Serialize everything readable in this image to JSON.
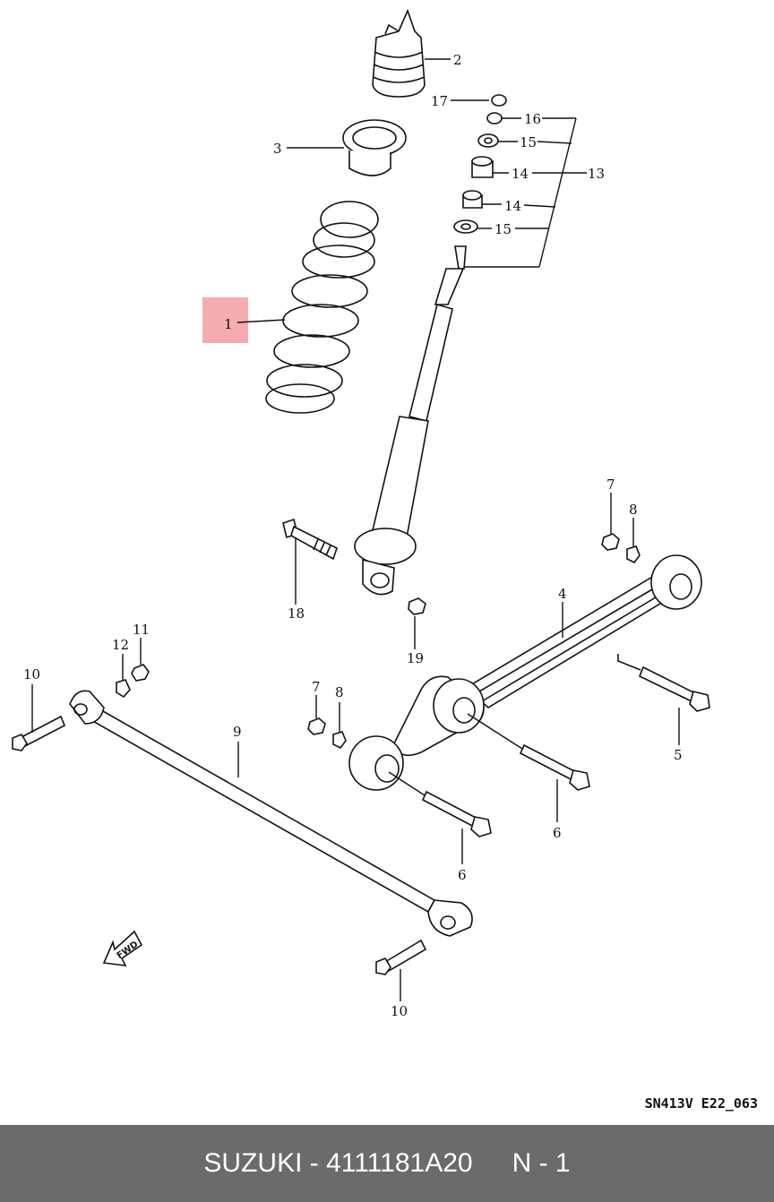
{
  "callouts": {
    "c1": "1",
    "c2": "2",
    "c3": "3",
    "c4": "4",
    "c5": "5",
    "c6a": "6",
    "c6b": "6",
    "c7a": "7",
    "c7b": "7",
    "c8a": "8",
    "c8b": "8",
    "c9": "9",
    "c10a": "10",
    "c10b": "10",
    "c11": "11",
    "c12": "12",
    "c13": "13",
    "c14a": "14",
    "c14b": "14",
    "c15a": "15",
    "c15b": "15",
    "c16": "16",
    "c17": "17",
    "c18": "18",
    "c19": "19"
  },
  "fwd_label": "FWD",
  "drawing_code": "SN413V E22_063",
  "footer": {
    "brand_part": "SUZUKI - 4111181A20",
    "position": "N - 1"
  },
  "colors": {
    "highlight": "#f4a3a8",
    "footer_bg": "#6b6b6b",
    "footer_text": "#ffffff"
  }
}
